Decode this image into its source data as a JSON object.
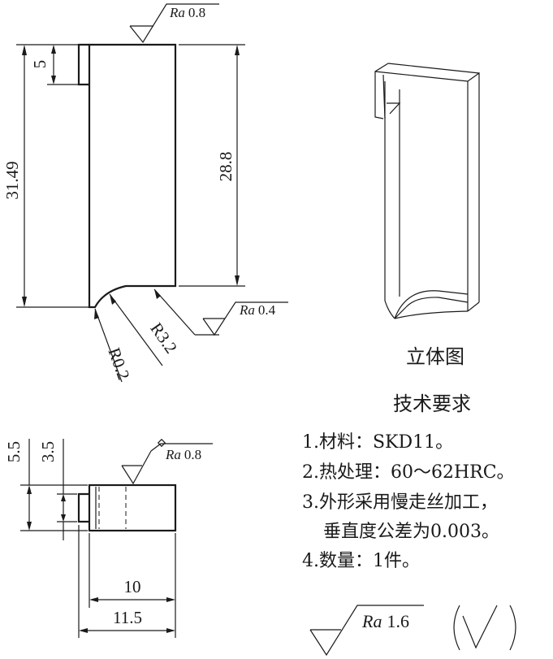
{
  "front_view": {
    "dims": {
      "overall_height": "31.49",
      "right_height": "28.8",
      "step_height": "5",
      "radius_large": "R3.2",
      "radius_small": "R0.2"
    },
    "roughness_top": {
      "symbol": "Ra",
      "value": "0.8"
    },
    "roughness_curve": {
      "symbol": "Ra",
      "value": "0.4"
    }
  },
  "top_view": {
    "dims": {
      "height_outer": "5.5",
      "height_inner": "3.5",
      "width_inner": "10",
      "width_outer": "11.5"
    },
    "roughness": {
      "symbol": "Ra",
      "value": "0.8"
    }
  },
  "iso_view": {
    "caption": "立体图"
  },
  "tech_requirements": {
    "title": "技术要求",
    "items": [
      "1.材料：SKD11。",
      "2.热处理：60～62HRC。",
      "3.外形采用慢走丝加工，",
      "垂直度公差为0.003。",
      "4.数量：1件。"
    ]
  },
  "general_roughness": {
    "symbol": "Ra",
    "value": "1.6",
    "other_mark": "(√)"
  }
}
